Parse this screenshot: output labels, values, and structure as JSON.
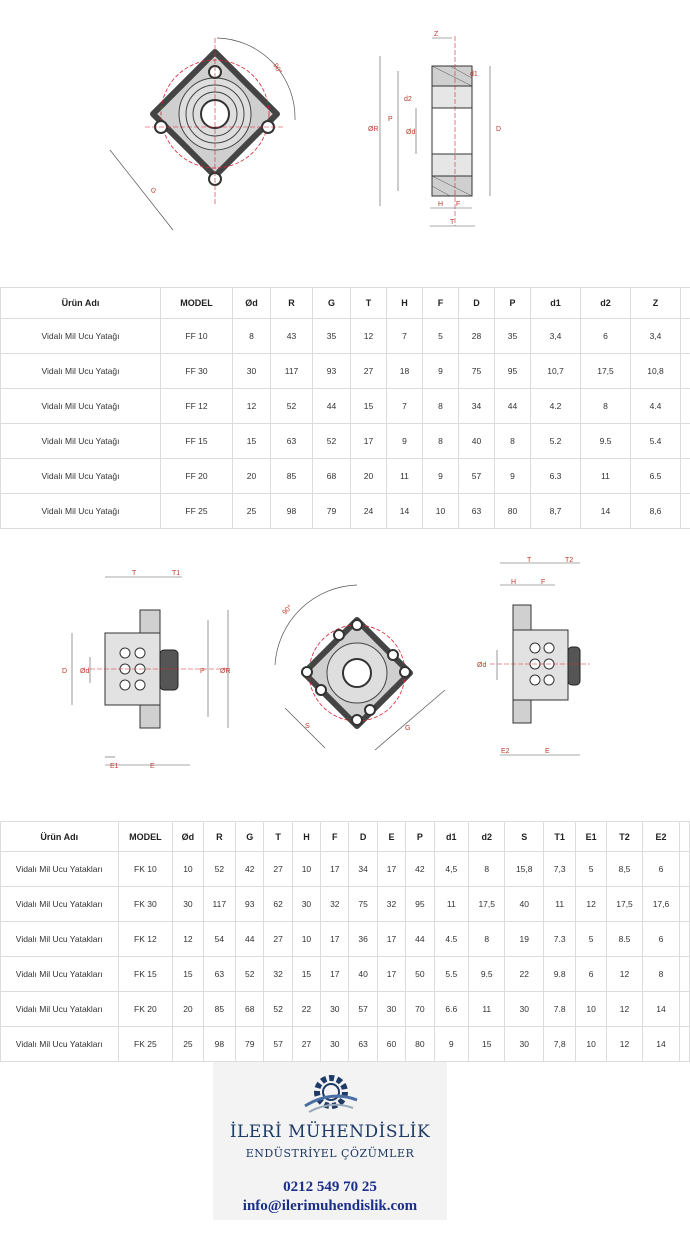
{
  "drawings": {
    "ff_labels": {
      "angle": "90°",
      "G": "G",
      "Z": "Z",
      "d1": "d1",
      "d2": "d2",
      "OR": "ØR",
      "P": "P",
      "Od": "Ød",
      "D": "D",
      "H": "H",
      "F": "F",
      "T": "T"
    },
    "fk_labels": {
      "T": "T",
      "T1": "T1",
      "D": "D",
      "Od": "Ød",
      "P": "P",
      "OR": "ØR",
      "E1": "E1",
      "E": "E",
      "angle": "90°",
      "S": "S",
      "G": "G",
      "T2": "T2",
      "H": "H",
      "F": "F",
      "E2": "E2"
    }
  },
  "table_ff": {
    "headers": [
      "Ürün Adı",
      "MODEL",
      "Ød",
      "R",
      "G",
      "T",
      "H",
      "F",
      "D",
      "P",
      "d1",
      "d2",
      "Z"
    ],
    "rows": [
      [
        "Vidalı Mil Ucu Yatağı",
        "FF 10",
        "8",
        "43",
        "35",
        "12",
        "7",
        "5",
        "28",
        "35",
        "3,4",
        "6",
        "3,4"
      ],
      [
        "Vidalı Mil Ucu Yatağı",
        "FF 30",
        "30",
        "117",
        "93",
        "27",
        "18",
        "9",
        "75",
        "95",
        "10,7",
        "17,5",
        "10,8"
      ],
      [
        "Vidalı Mil Ucu Yatağı",
        "FF 12",
        "12",
        "52",
        "44",
        "15",
        "7",
        "8",
        "34",
        "44",
        "4.2",
        "8",
        "4.4"
      ],
      [
        "Vidalı Mil Ucu Yatağı",
        "FF 15",
        "15",
        "63",
        "52",
        "17",
        "9",
        "8",
        "40",
        "8",
        "5.2",
        "9.5",
        "5.4"
      ],
      [
        "Vidalı Mil Ucu Yatağı",
        "FF 20",
        "20",
        "85",
        "68",
        "20",
        "11",
        "9",
        "57",
        "9",
        "6.3",
        "11",
        "6.5"
      ],
      [
        "Vidalı Mil Ucu Yatağı",
        "FF 25",
        "25",
        "98",
        "79",
        "24",
        "14",
        "10",
        "63",
        "80",
        "8,7",
        "14",
        "8,6"
      ]
    ]
  },
  "table_fk": {
    "headers": [
      "Ürün Adı",
      "MODEL",
      "Ød",
      "R",
      "G",
      "T",
      "H",
      "F",
      "D",
      "E",
      "P",
      "d1",
      "d2",
      "S",
      "T1",
      "E1",
      "T2",
      "E2"
    ],
    "rows": [
      [
        "Vidalı Mil Ucu Yatakları",
        "FK 10",
        "10",
        "52",
        "42",
        "27",
        "10",
        "17",
        "34",
        "17",
        "42",
        "4,5",
        "8",
        "15,8",
        "7,3",
        "5",
        "8,5",
        "6"
      ],
      [
        "Vidalı Mil Ucu Yatakları",
        "FK 30",
        "30",
        "117",
        "93",
        "62",
        "30",
        "32",
        "75",
        "32",
        "95",
        "11",
        "17,5",
        "40",
        "11",
        "12",
        "17,5",
        "17,6"
      ],
      [
        "Vidalı Mil Ucu Yatakları",
        "FK 12",
        "12",
        "54",
        "44",
        "27",
        "10",
        "17",
        "36",
        "17",
        "44",
        "4.5",
        "8",
        "19",
        "7.3",
        "5",
        "8.5",
        "6"
      ],
      [
        "Vidalı Mil Ucu Yatakları",
        "FK 15",
        "15",
        "63",
        "52",
        "32",
        "15",
        "17",
        "40",
        "17",
        "50",
        "5.5",
        "9.5",
        "22",
        "9.8",
        "6",
        "12",
        "8"
      ],
      [
        "Vidalı Mil Ucu Yatakları",
        "FK 20",
        "20",
        "85",
        "68",
        "52",
        "22",
        "30",
        "57",
        "30",
        "70",
        "6.6",
        "11",
        "30",
        "7.8",
        "10",
        "12",
        "14"
      ],
      [
        "Vidalı Mil Ucu Yatakları",
        "FK 25",
        "25",
        "98",
        "79",
        "57",
        "27",
        "30",
        "63",
        "60",
        "80",
        "9",
        "15",
        "30",
        "7,8",
        "10",
        "12",
        "14"
      ]
    ]
  },
  "logo": {
    "brand": "İLERİ MÜHENDİSLİK",
    "tagline": "ENDÜSTRİYEL ÇÖZÜMLER",
    "phone": "0212 549 70 25",
    "email": "info@ilerimuhendislik.com"
  }
}
